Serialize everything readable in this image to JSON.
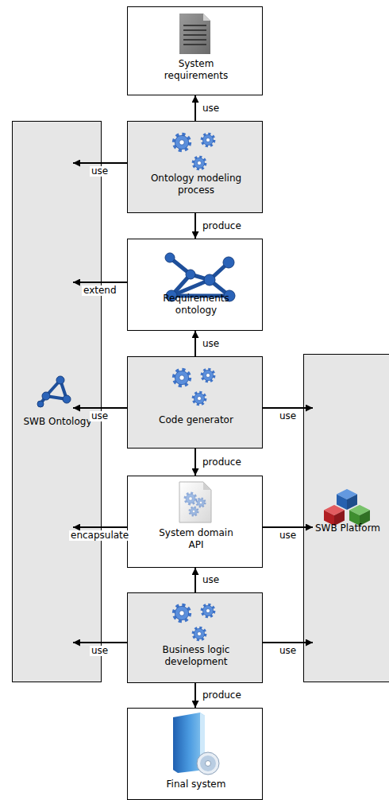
{
  "diagram": {
    "nodes": [
      {
        "text": [
          "System requirements"
        ]
      },
      {
        "text": [
          "Ontology modeling process"
        ]
      },
      {
        "text": [
          "Requirements ontology"
        ]
      },
      {
        "text": [
          "Code generator"
        ]
      },
      {
        "text": [
          "System domain API"
        ]
      },
      {
        "text": [
          "Business logic development"
        ]
      },
      {
        "text": [
          "Final system"
        ]
      },
      {
        "text": [
          "SWB Ontology"
        ]
      },
      {
        "text": [
          "SWB Platform"
        ]
      }
    ],
    "edges": [
      {
        "from": 1,
        "to": 0,
        "label": "use",
        "arrow": "to"
      },
      {
        "from": 1,
        "to": 7,
        "label": "use",
        "arrow": "to"
      },
      {
        "from": 1,
        "to": 2,
        "label": "produce",
        "arrow": "to"
      },
      {
        "from": 2,
        "to": 7,
        "label": "extend",
        "arrow": "to"
      },
      {
        "from": 3,
        "to": 2,
        "label": "use",
        "arrow": "to"
      },
      {
        "from": 3,
        "to": 7,
        "label": "use",
        "arrow": "to"
      },
      {
        "from": 3,
        "to": 8,
        "label": "use",
        "arrow": "to"
      },
      {
        "from": 3,
        "to": 4,
        "label": "produce",
        "arrow": "to"
      },
      {
        "from": 4,
        "to": 7,
        "label": "encapsulate",
        "arrow": "to"
      },
      {
        "from": 4,
        "to": 8,
        "label": "use",
        "arrow": "to"
      },
      {
        "from": 5,
        "to": 4,
        "label": "use",
        "arrow": "to"
      },
      {
        "from": 5,
        "to": 7,
        "label": "use",
        "arrow": "to"
      },
      {
        "from": 5,
        "to": 8,
        "label": "use",
        "arrow": "to"
      },
      {
        "from": 5,
        "to": 6,
        "label": "produce",
        "arrow": "to"
      }
    ]
  }
}
